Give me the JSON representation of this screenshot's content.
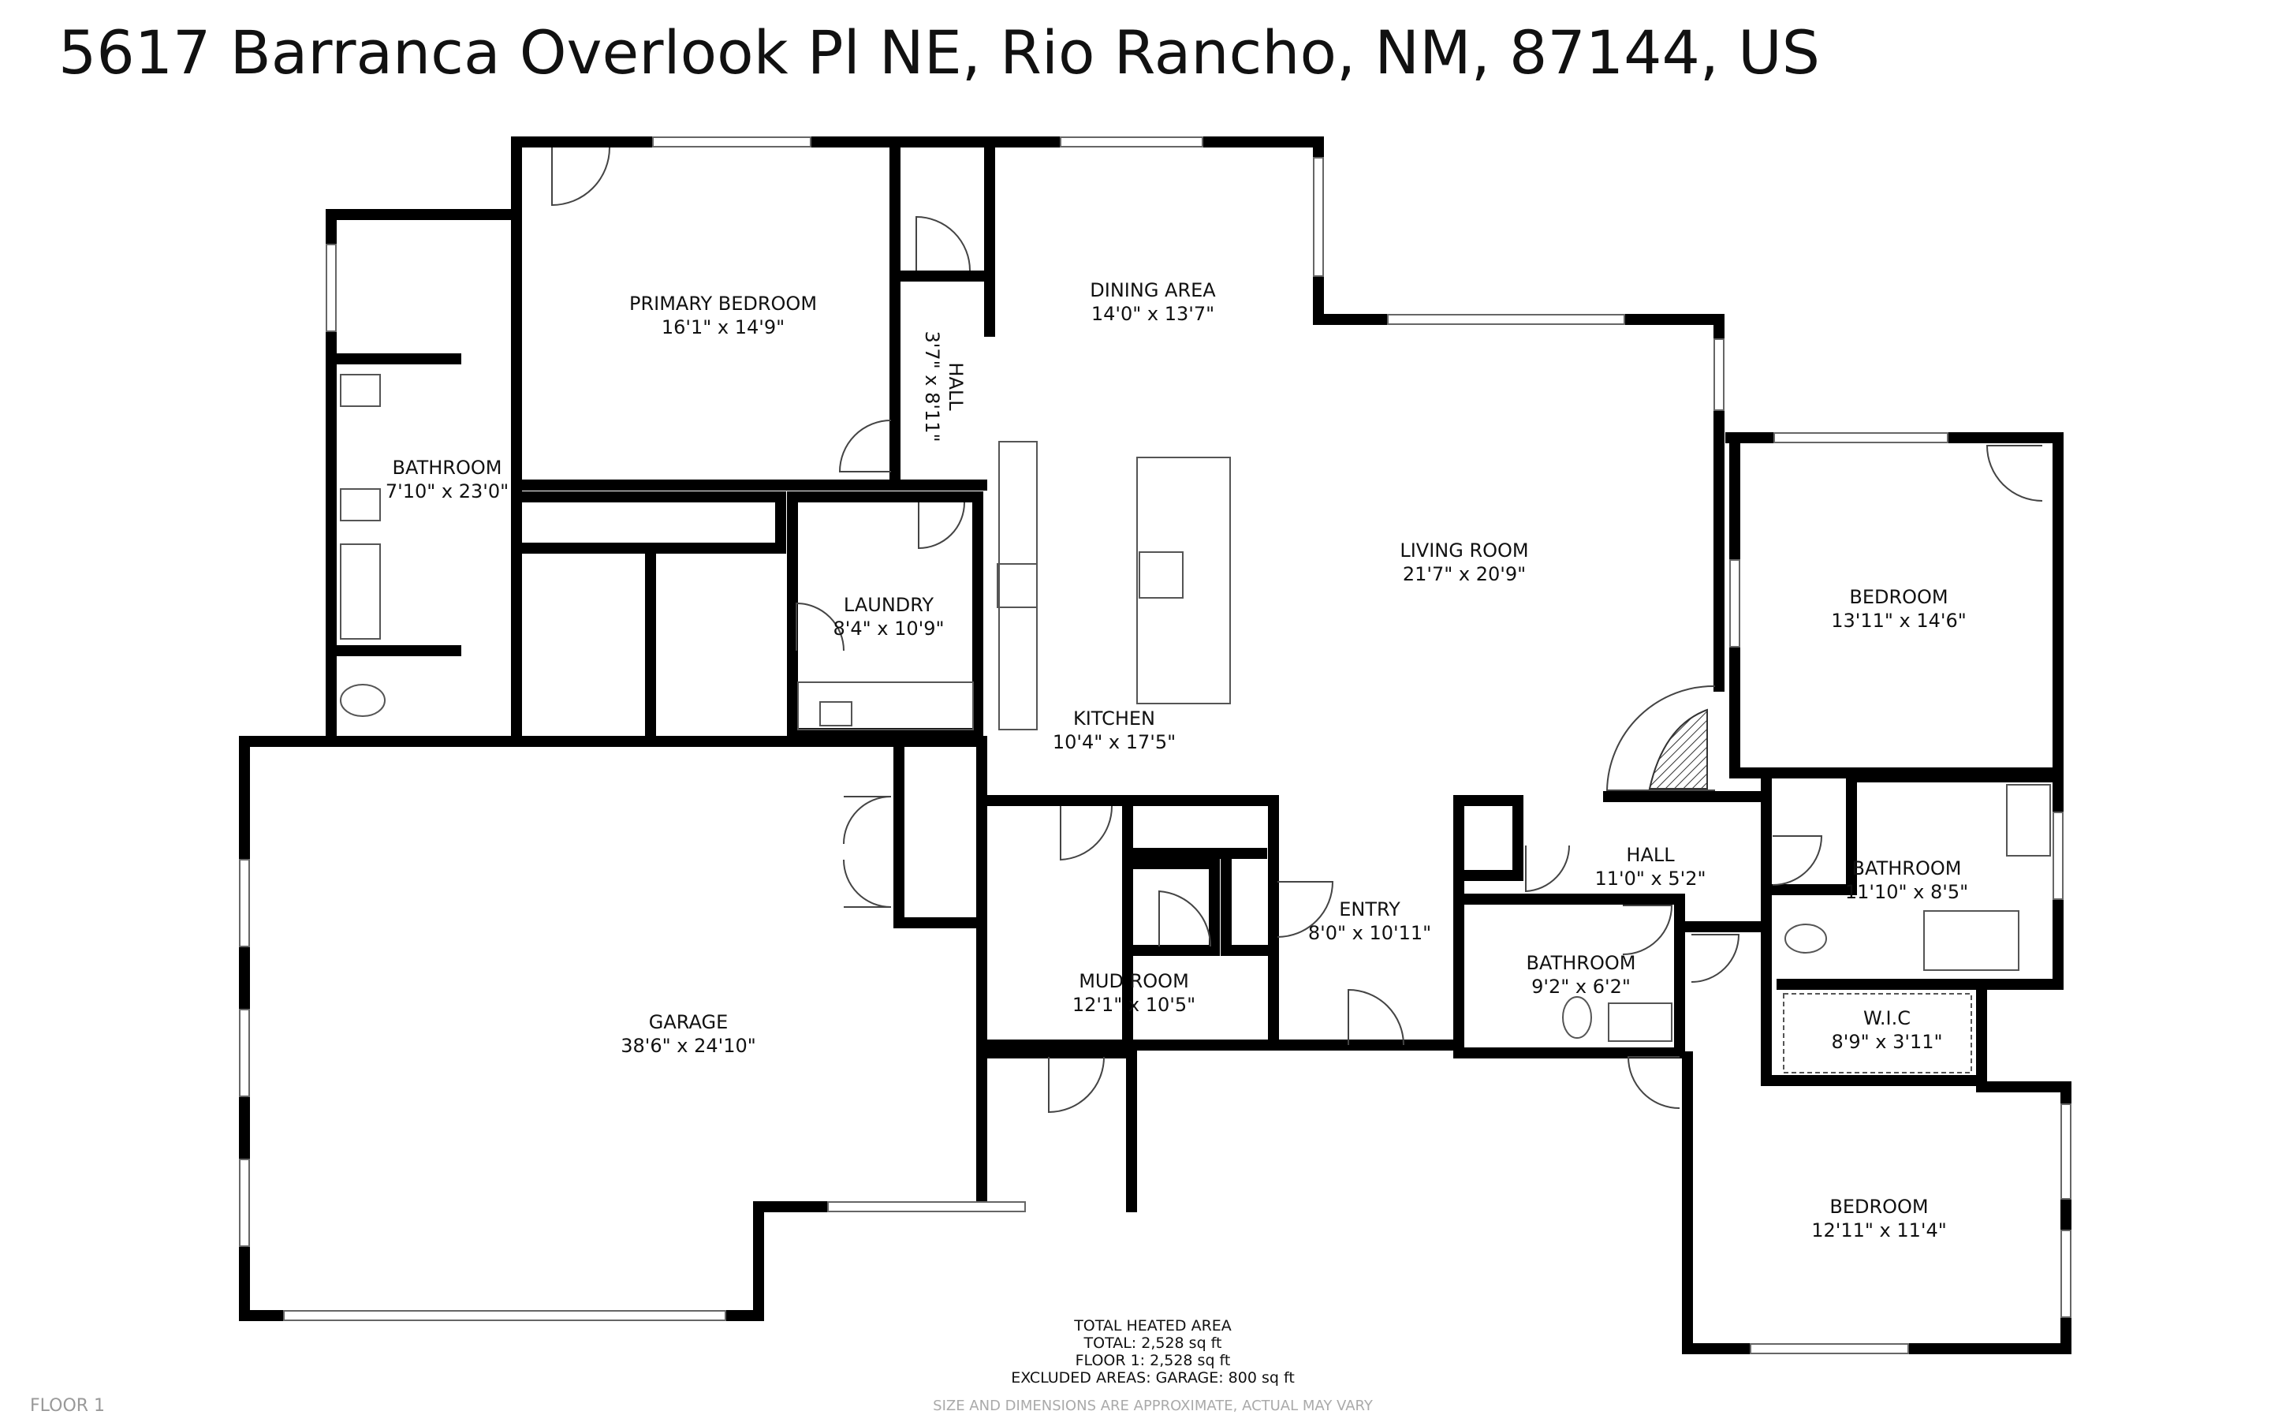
{
  "title": "5617 Barranca Overlook Pl NE, Rio Rancho, NM, 87144, US",
  "rooms": [
    {
      "id": "primary-bedroom",
      "name": "PRIMARY BEDROOM",
      "dims": "16'1\" x 14'9\""
    },
    {
      "id": "dining-area",
      "name": "DINING AREA",
      "dims": "14'0\" x 13'7\""
    },
    {
      "id": "hall-1",
      "name": "HALL",
      "dims": "3'7\" x 8'11\""
    },
    {
      "id": "bathroom-primary",
      "name": "BATHROOM",
      "dims": "7'10\" x 23'0\""
    },
    {
      "id": "laundry",
      "name": "LAUNDRY",
      "dims": "8'4\" x 10'9\""
    },
    {
      "id": "living-room",
      "name": "LIVING ROOM",
      "dims": "21'7\" x 20'9\""
    },
    {
      "id": "bedroom-east",
      "name": "BEDROOM",
      "dims": "13'11\" x 14'6\""
    },
    {
      "id": "kitchen",
      "name": "KITCHEN",
      "dims": "10'4\" x 17'5\""
    },
    {
      "id": "hall-2",
      "name": "HALL",
      "dims": "11'0\" x 5'2\""
    },
    {
      "id": "bathroom-east",
      "name": "BATHROOM",
      "dims": "11'10\" x 8'5\""
    },
    {
      "id": "entry",
      "name": "ENTRY",
      "dims": "8'0\" x 10'11\""
    },
    {
      "id": "bathroom-mid",
      "name": "BATHROOM",
      "dims": "9'2\" x 6'2\""
    },
    {
      "id": "mud-room",
      "name": "MUD ROOM",
      "dims": "12'1\" x 10'5\""
    },
    {
      "id": "garage",
      "name": "GARAGE",
      "dims": "38'6\" x 24'10\""
    },
    {
      "id": "wic",
      "name": "W.I.C",
      "dims": "8'9\" x 3'11\""
    },
    {
      "id": "bedroom-south",
      "name": "BEDROOM",
      "dims": "12'11\" x 11'4\""
    }
  ],
  "totals": {
    "heading": "TOTAL HEATED AREA",
    "total": "TOTAL: 2,528 sq ft",
    "floor1": "FLOOR 1: 2,528 sq ft",
    "excluded": "EXCLUDED AREAS: GARAGE: 800 sq ft"
  },
  "floor_label": "FLOOR 1",
  "disclaimer": "SIZE AND DIMENSIONS ARE APPROXIMATE, ACTUAL MAY VARY",
  "colors": {
    "wall": "#000000",
    "fixture": "#555555",
    "background": "#ffffff"
  }
}
